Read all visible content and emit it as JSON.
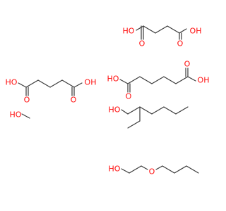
{
  "colors": {
    "bond": "#3a3a3a",
    "oxygen": "#ff0d0d",
    "background": "#ffffff"
  },
  "labels": {
    "hydroxyl": "HO",
    "hydroxyl_right": "OH",
    "oxygen": "O"
  }
}
